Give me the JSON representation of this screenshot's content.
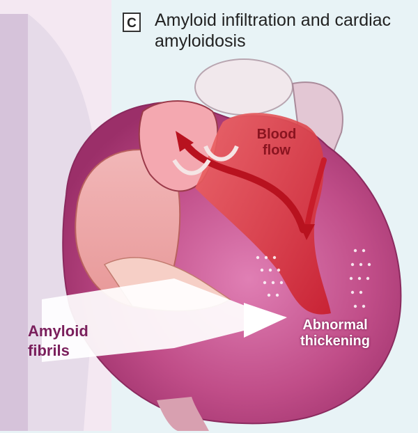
{
  "panel": {
    "letter": "C",
    "title": "Amyloid infiltration and cardiac amyloidosis"
  },
  "labels": {
    "blood_flow": "Blood flow",
    "amyloid_fibrils": "Amyloid fibrils",
    "abnormal_thickening": "Abnormal thickening"
  },
  "footer_text": "",
  "colors": {
    "background": "#e8f3f6",
    "myocardium": "#c04d88",
    "blood": "#d6262e",
    "label_purple": "#7a1f5c",
    "label_red": "#8a1420"
  }
}
